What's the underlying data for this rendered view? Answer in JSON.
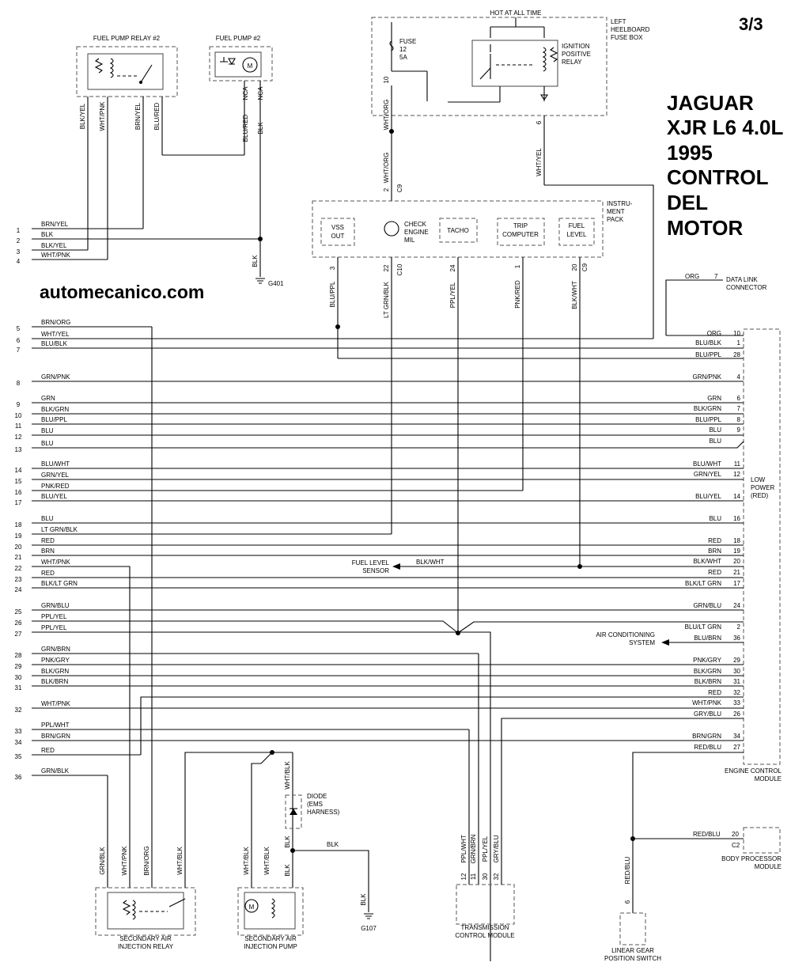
{
  "page": "3/3",
  "site": "automecanico.com",
  "title": [
    "JAGUAR",
    "XJR L6 4.0L",
    "1995",
    "CONTROL",
    "DEL",
    "MOTOR"
  ],
  "components": {
    "fuel_pump_relay": "FUEL PUMP RELAY #2",
    "fuel_pump": "FUEL PUMP #2",
    "hot_at_all_time": "HOT AT ALL TIME",
    "fuse_box": [
      "LEFT",
      "HEELBOARD",
      "FUSE BOX"
    ],
    "fuse": [
      "FUSE",
      "12",
      "5A"
    ],
    "ignition_relay": [
      "IGNITION",
      "POSITIVE",
      "RELAY"
    ],
    "instrument_pack": [
      "INSTRU-",
      "MENT",
      "PACK"
    ],
    "vss": [
      "VSS",
      "OUT"
    ],
    "check_engine": [
      "CHECK",
      "ENGINE",
      "MIL"
    ],
    "tacho": "TACHO",
    "trip": [
      "TRIP",
      "COMPUTER"
    ],
    "fuel_level": [
      "FUEL",
      "LEVEL"
    ],
    "dlc": [
      "DATA LINK",
      "CONNECTOR"
    ],
    "low_power": [
      "LOW",
      "POWER",
      "(RED)"
    ],
    "ecm": [
      "ENGINE CONTROL",
      "MODULE"
    ],
    "fuel_sensor": [
      "FUEL LEVEL",
      "SENSOR"
    ],
    "ac": [
      "AIR CONDITIONING",
      "SYSTEM"
    ],
    "diode": [
      "DIODE",
      "(EMS",
      "HARNESS)"
    ],
    "bpm": [
      "BODY PROCESSOR",
      "MODULE"
    ],
    "tcm": [
      "TRANSMISSION",
      "CONTROL MODULE"
    ],
    "sair_relay": [
      "SECONDARY AIR",
      "INJECTION RELAY"
    ],
    "sair_pump": [
      "SECONDARY AIR",
      "INJECTION PUMP"
    ],
    "lgps": [
      "LINEAR GEAR",
      "POSITION SWITCH"
    ],
    "motor_symbol": "M"
  },
  "grounds": {
    "g401": "G401",
    "g107": "G107"
  },
  "connectors": {
    "c9a": "C9",
    "c10": "C10",
    "c9b": "C9",
    "c2": "C2"
  },
  "small_labels": {
    "fuse_pin": "10",
    "relay_pin": "6",
    "pack_pin": "2",
    "vss_pin": "3",
    "mil_pin": "22",
    "tacho_pin": "24",
    "trip_pin": "1",
    "fuel_pin": "20",
    "dlc_pin": "7",
    "bpm_pin": "20",
    "lgps_pin": "6",
    "nca1": "NCA",
    "nca2": "NCA",
    "blk_wire": "BLK",
    "tcm_pins": [
      "12",
      "11",
      "30",
      "32"
    ]
  },
  "vertical_wires": {
    "relay": [
      "BLK/YEL",
      "WHT/PNK",
      "BRN/YEL",
      "BLU/RED"
    ],
    "pump": [
      "BLU/RED",
      "BLK"
    ],
    "g401": "BLK",
    "fuse_out": "WHT/ORG",
    "pack_in": "WHT/ORG",
    "ign_out": "WHT/YEL",
    "vss": "BLU/PPL",
    "mil": "LT GRN/BLK",
    "tacho": "PPL/YEL",
    "trip": "PNK/RED",
    "fuel": "BLK/WHT",
    "sair_relay": [
      "GRN/BLK",
      "WHT/PNK",
      "BRN/ORG",
      "WHT/BLK"
    ],
    "sair_pump": [
      "WHT/BLK",
      "WHT/BLK",
      "BLK"
    ],
    "diode_top": "WHT/BLK",
    "diode_bot": "BLK",
    "g107": "BLK",
    "tcm": [
      "PPL/WHT",
      "GRN/BRN",
      "PPL/YEL",
      "GRY/BLU"
    ],
    "lgps": "RED/BLU"
  },
  "left_wires": [
    {
      "n": "1",
      "c": "BRN/YEL"
    },
    {
      "n": "2",
      "c": "BLK"
    },
    {
      "n": "3",
      "c": "BLK/YEL"
    },
    {
      "n": "4",
      "c": "WHT/PNK"
    },
    {
      "n": "5",
      "c": "BRN/ORG"
    },
    {
      "n": "6",
      "c": "WHT/YEL"
    },
    {
      "n": "7",
      "c": "BLU/BLK"
    },
    {
      "n": "8",
      "c": "GRN/PNK"
    },
    {
      "n": "9",
      "c": "GRN"
    },
    {
      "n": "10",
      "c": "BLK/GRN"
    },
    {
      "n": "11",
      "c": "BLU/PPL"
    },
    {
      "n": "12",
      "c": "BLU"
    },
    {
      "n": "13",
      "c": "BLU"
    },
    {
      "n": "14",
      "c": "BLU/WHT"
    },
    {
      "n": "15",
      "c": "GRN/YEL"
    },
    {
      "n": "16",
      "c": "PNK/RED"
    },
    {
      "n": "17",
      "c": "BLU/YEL"
    },
    {
      "n": "18",
      "c": "BLU"
    },
    {
      "n": "19",
      "c": "LT GRN/BLK"
    },
    {
      "n": "20",
      "c": "RED"
    },
    {
      "n": "21",
      "c": "BRN"
    },
    {
      "n": "22",
      "c": "WHT/PNK"
    },
    {
      "n": "23",
      "c": "RED"
    },
    {
      "n": "24",
      "c": "BLK/LT GRN"
    },
    {
      "n": "25",
      "c": "GRN/BLU"
    },
    {
      "n": "26",
      "c": "PPL/YEL"
    },
    {
      "n": "27",
      "c": "PPL/YEL"
    },
    {
      "n": "28",
      "c": "GRN/BRN"
    },
    {
      "n": "29",
      "c": "PNK/GRY"
    },
    {
      "n": "30",
      "c": "BLK/GRN"
    },
    {
      "n": "31",
      "c": "BLK/BRN"
    },
    {
      "n": "32",
      "c": "WHT/PNK"
    },
    {
      "n": "33",
      "c": "PPL/WHT"
    },
    {
      "n": "34",
      "c": "BRN/GRN"
    },
    {
      "n": "35",
      "c": "RED"
    },
    {
      "n": "36",
      "c": "GRN/BLK"
    }
  ],
  "ecm_wires": [
    {
      "c": "ORG",
      "p": "10"
    },
    {
      "c": "BLU/BLK",
      "p": "1"
    },
    {
      "c": "BLU/PPL",
      "p": "28"
    },
    {
      "c": "GRN/PNK",
      "p": "4"
    },
    {
      "c": "GRN",
      "p": "6"
    },
    {
      "c": "BLK/GRN",
      "p": "7"
    },
    {
      "c": "BLU/PPL",
      "p": "8"
    },
    {
      "c": "BLU",
      "p": "9"
    },
    {
      "c": "BLU",
      "p": ""
    },
    {
      "c": "BLU/WHT",
      "p": "11"
    },
    {
      "c": "GRN/YEL",
      "p": "12"
    },
    {
      "c": "BLU/YEL",
      "p": "14"
    },
    {
      "c": "BLU",
      "p": "16"
    },
    {
      "c": "RED",
      "p": "18"
    },
    {
      "c": "BRN",
      "p": "19"
    },
    {
      "c": "BLK/WHT",
      "p": "20"
    },
    {
      "c": "RED",
      "p": "21"
    },
    {
      "c": "BLK/LT GRN",
      "p": "17"
    },
    {
      "c": "GRN/BLU",
      "p": "24"
    },
    {
      "c": "BLU/LT GRN",
      "p": "2"
    },
    {
      "c": "BLU/BRN",
      "p": "36"
    },
    {
      "c": "PNK/GRY",
      "p": "29"
    },
    {
      "c": "BLK/GRN",
      "p": "30"
    },
    {
      "c": "BLK/BRN",
      "p": "31"
    },
    {
      "c": "RED",
      "p": "32"
    },
    {
      "c": "WHT/PNK",
      "p": "33"
    },
    {
      "c": "GRY/BLU",
      "p": "26"
    },
    {
      "c": "BRN/GRN",
      "p": "34"
    },
    {
      "c": "RED/BLU",
      "p": "27"
    }
  ],
  "misc_wires": {
    "dlc": "ORG",
    "fuel_sensor": "BLK/WHT",
    "g107_h": "BLK",
    "bpm": "RED/BLU"
  }
}
